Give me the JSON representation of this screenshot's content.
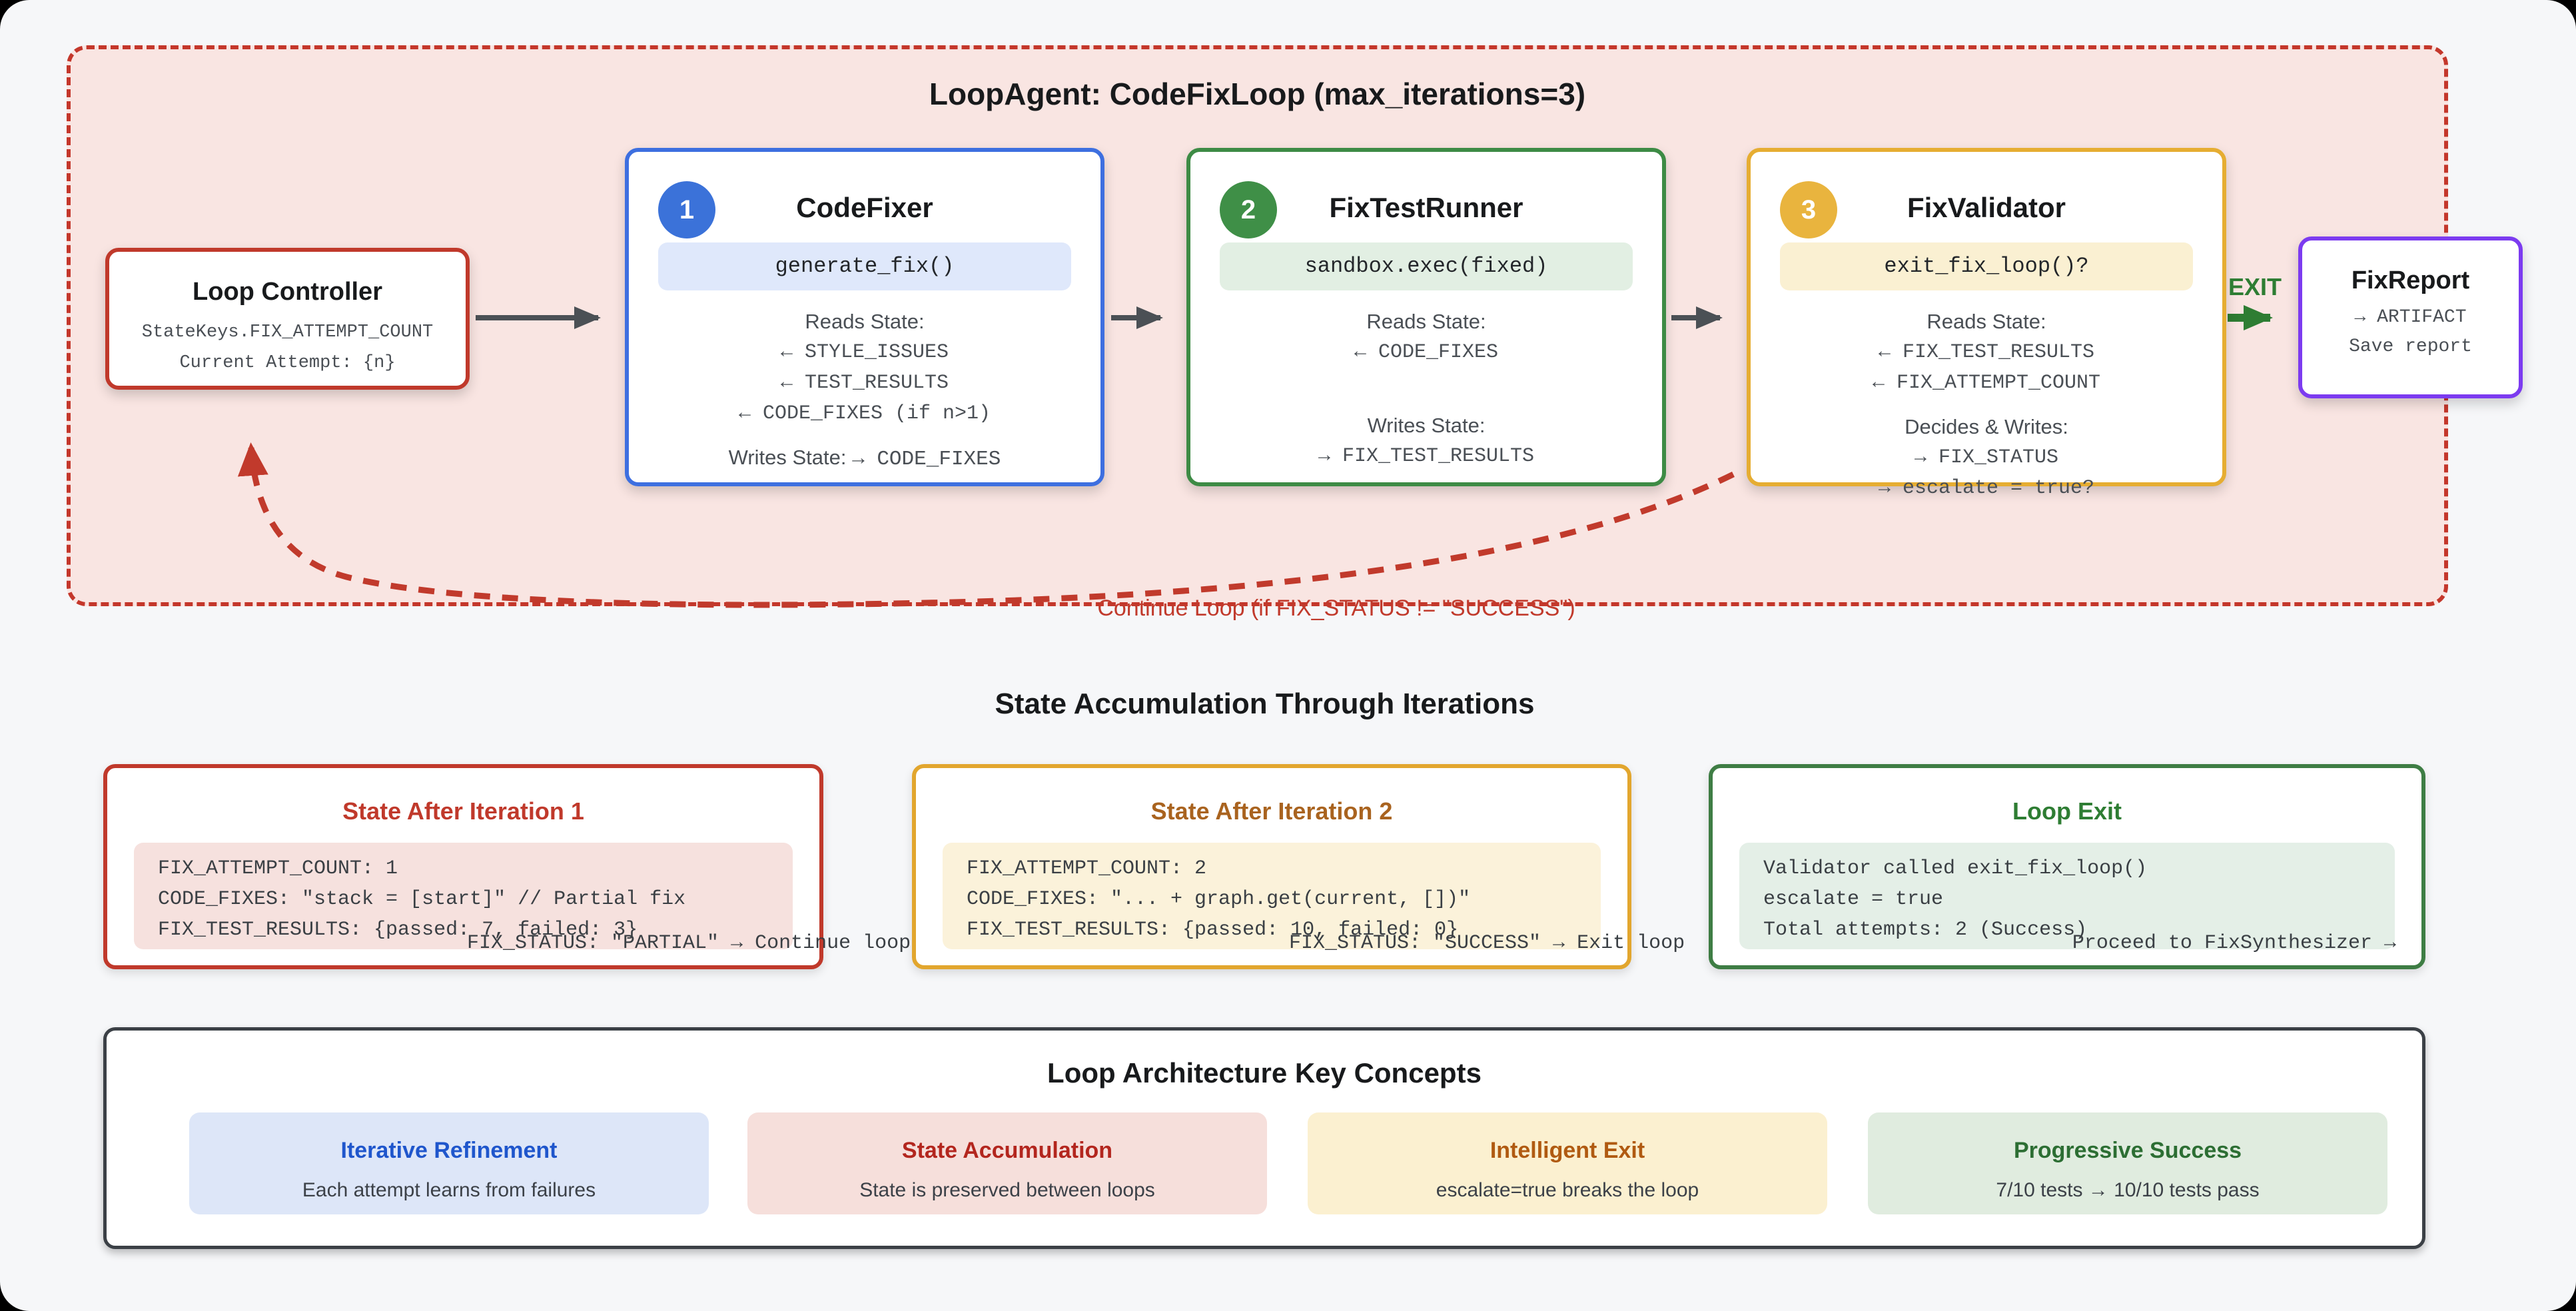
{
  "loop": {
    "title": "LoopAgent: CodeFixLoop (max_iterations=3)",
    "controller": {
      "title": "Loop Controller",
      "line1": "StateKeys.FIX_ATTEMPT_COUNT",
      "line2": "Current Attempt: {n}"
    },
    "agents": [
      {
        "badge": "1",
        "name": "CodeFixer",
        "code": "generate_fix()",
        "reads_label": "Reads State:",
        "reads": [
          "← STYLE_ISSUES",
          "← TEST_RESULTS",
          "← CODE_FIXES (if n>1)"
        ],
        "writes_label": "Writes State:",
        "writes_value": "→ CODE_FIXES"
      },
      {
        "badge": "2",
        "name": "FixTestRunner",
        "code": "sandbox.exec(fixed)",
        "reads_label": "Reads State:",
        "reads": [
          "← CODE_FIXES"
        ],
        "writes_label": "Writes State:",
        "writes": [
          "→ FIX_TEST_RESULTS"
        ]
      },
      {
        "badge": "3",
        "name": "FixValidator",
        "code": "exit_fix_loop()?",
        "reads_label": "Reads State:",
        "reads": [
          "← FIX_TEST_RESULTS",
          "← FIX_ATTEMPT_COUNT"
        ],
        "writes_label": "Decides & Writes:",
        "writes": [
          "→ FIX_STATUS",
          "→ escalate = true?"
        ]
      }
    ],
    "exit_label": "EXIT",
    "report": {
      "title": "FixReport",
      "line1": "→ ARTIFACT",
      "line2": "Save report"
    },
    "continue_label": "Continue Loop (if FIX_STATUS != \"SUCCESS\")"
  },
  "state_section": {
    "title": "State Accumulation Through Iterations",
    "boxes": [
      {
        "title": "State After Iteration 1",
        "code": [
          "FIX_ATTEMPT_COUNT: 1",
          "CODE_FIXES: \"stack = [start]\" // Partial fix",
          "FIX_TEST_RESULTS: {passed: 7, failed: 3}"
        ],
        "footer": "FIX_STATUS: \"PARTIAL\" → Continue loop"
      },
      {
        "title": "State After Iteration 2",
        "code": [
          "FIX_ATTEMPT_COUNT: 2",
          "CODE_FIXES: \"... + graph.get(current, [])\"",
          "FIX_TEST_RESULTS: {passed: 10, failed: 0}"
        ],
        "footer": "FIX_STATUS: \"SUCCESS\" → Exit loop"
      },
      {
        "title": "Loop Exit",
        "code": [
          "Validator called exit_fix_loop()",
          "escalate = true",
          "Total attempts: 2 (Success)"
        ],
        "footer": "Proceed to FixSynthesizer →"
      }
    ]
  },
  "key_concepts": {
    "title": "Loop Architecture Key Concepts",
    "cards": [
      {
        "title": "Iterative Refinement",
        "text": "Each attempt learns from failures"
      },
      {
        "title": "State Accumulation",
        "text": "State is preserved between loops"
      },
      {
        "title": "Intelligent Exit",
        "text": "escalate=true breaks the loop"
      },
      {
        "title": "Progressive Success",
        "text": "7/10 tests → 10/10 tests pass"
      }
    ]
  },
  "colors": {
    "loop_border": "#c4372b",
    "loop_fill": "#f9e5e2",
    "codefixer_accent": "#3d6fe0",
    "fixtestrunner_accent": "#3d8b45",
    "fixvalidator_accent": "#e6ad32",
    "fixreport_accent": "#7c3bf0",
    "arrow_gray": "#4b5055",
    "exit_green": "#2e7d33"
  }
}
